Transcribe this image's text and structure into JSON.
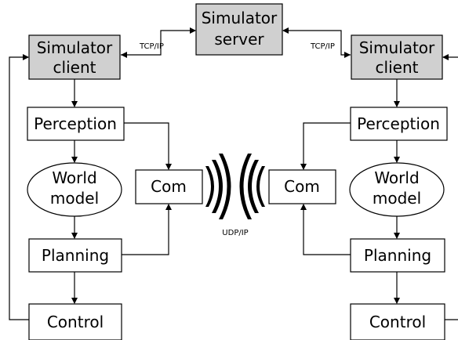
{
  "colors": {
    "gray_box": "#d0d0d0",
    "white_box": "#ffffff",
    "line": "#000000"
  },
  "server": {
    "line1": "Simulator",
    "line2": "server"
  },
  "protocols": {
    "left": "TCP/IP",
    "right": "TCP/IP",
    "radio": "UDP/IP"
  },
  "left_agent": {
    "client": {
      "line1": "Simulator",
      "line2": "client"
    },
    "perception": "Perception",
    "world_model": {
      "line1": "World",
      "line2": "model"
    },
    "planning": "Planning",
    "control": "Control",
    "com": "Com"
  },
  "right_agent": {
    "client": {
      "line1": "Simulator",
      "line2": "client"
    },
    "perception": "Perception",
    "world_model": {
      "line1": "World",
      "line2": "model"
    },
    "planning": "Planning",
    "control": "Control",
    "com": "Com"
  }
}
